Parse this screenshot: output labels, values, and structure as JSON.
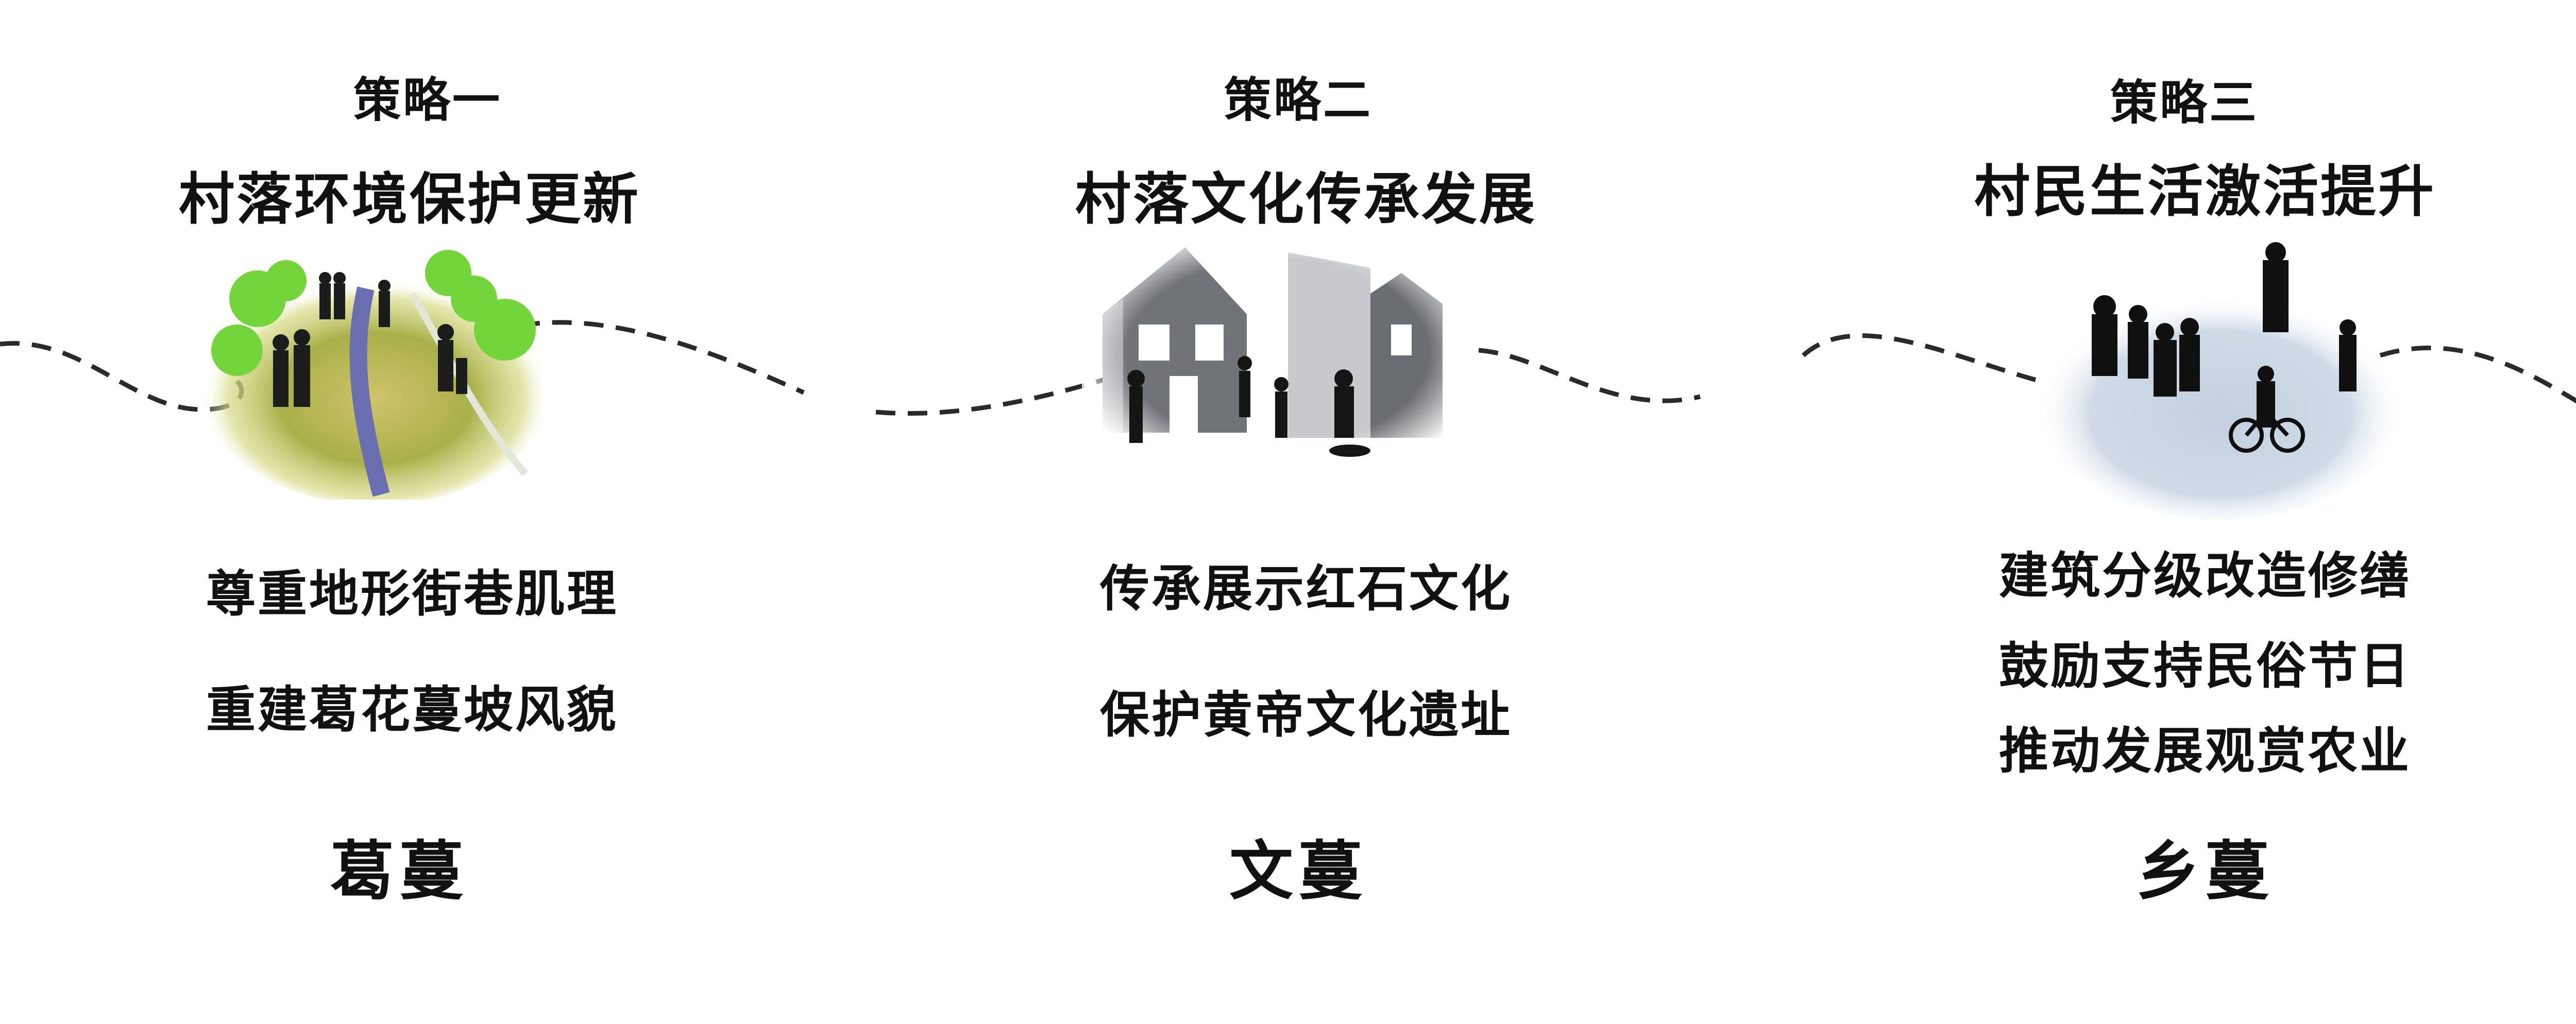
{
  "strategies": [
    {
      "label": "策略一",
      "title": "村落环境保护更新",
      "points": [
        "尊重地形街巷肌理",
        "重建葛花蔓坡风貌"
      ],
      "keyword": "葛蔓",
      "illustration_icon": "green-path-people-icon"
    },
    {
      "label": "策略二",
      "title": "村落文化传承发展",
      "points": [
        "传承展示红石文化",
        "保护黄帝文化遗址"
      ],
      "keyword": "文蔓",
      "illustration_icon": "village-houses-people-icon"
    },
    {
      "label": "策略三",
      "title": "村民生活激活提升",
      "points": [
        "建筑分级改造修缮",
        "鼓励支持民俗节日",
        "推动发展观赏农业"
      ],
      "keyword": "乡蔓",
      "illustration_icon": "villagers-gathering-icon"
    }
  ],
  "colors": {
    "text": "#111111",
    "vine_line": "#2a2a2a",
    "green": "#7dd44a",
    "building_gray": "#6c6f73",
    "blue_haze": "#c9d6e4"
  }
}
